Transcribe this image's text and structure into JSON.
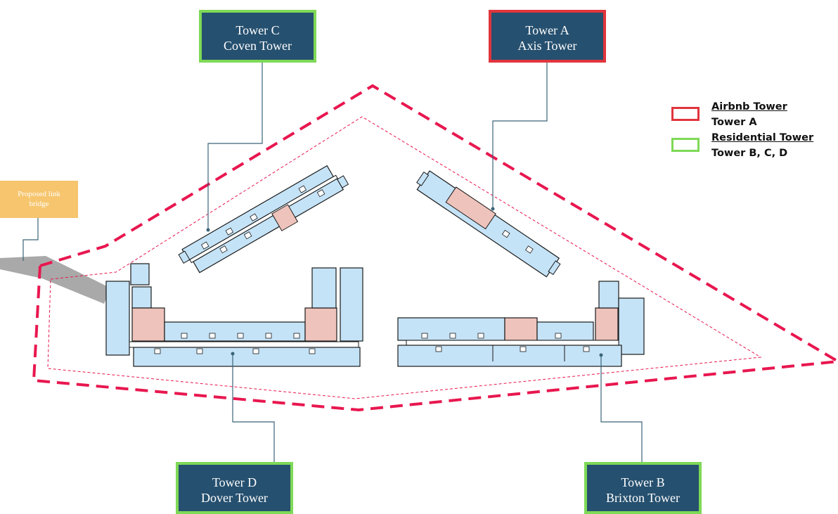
{
  "towers": {
    "c": {
      "line1": "Tower C",
      "line2": "Coven Tower",
      "category": "residential"
    },
    "a": {
      "line1": "Tower A",
      "line2": "Axis Tower",
      "category": "airbnb"
    },
    "d": {
      "line1": "Tower D",
      "line2": "Dover Tower",
      "category": "residential"
    },
    "b": {
      "line1": "Tower B",
      "line2": "Brixton Tower",
      "category": "residential"
    }
  },
  "link_bridge": {
    "line1": "Proposed link",
    "line2": "bridge"
  },
  "legend": {
    "airbnb": {
      "title": "Airbnb Tower",
      "sub": "Tower A",
      "color": "#e0353d"
    },
    "residential": {
      "title": "Residential Tower",
      "sub": "Tower B, C, D",
      "color": "#7ed957"
    }
  },
  "colors": {
    "label_bg": "#26506f",
    "site_boundary": "#e8174f",
    "building_fill": "#c5e3f7",
    "building_outline": "#1a1a1a",
    "core_fill": "#eec3bb",
    "bridge_path": "#a9a9a9",
    "link_label_bg": "#f6c56d",
    "leader_line": "#3b6478"
  }
}
